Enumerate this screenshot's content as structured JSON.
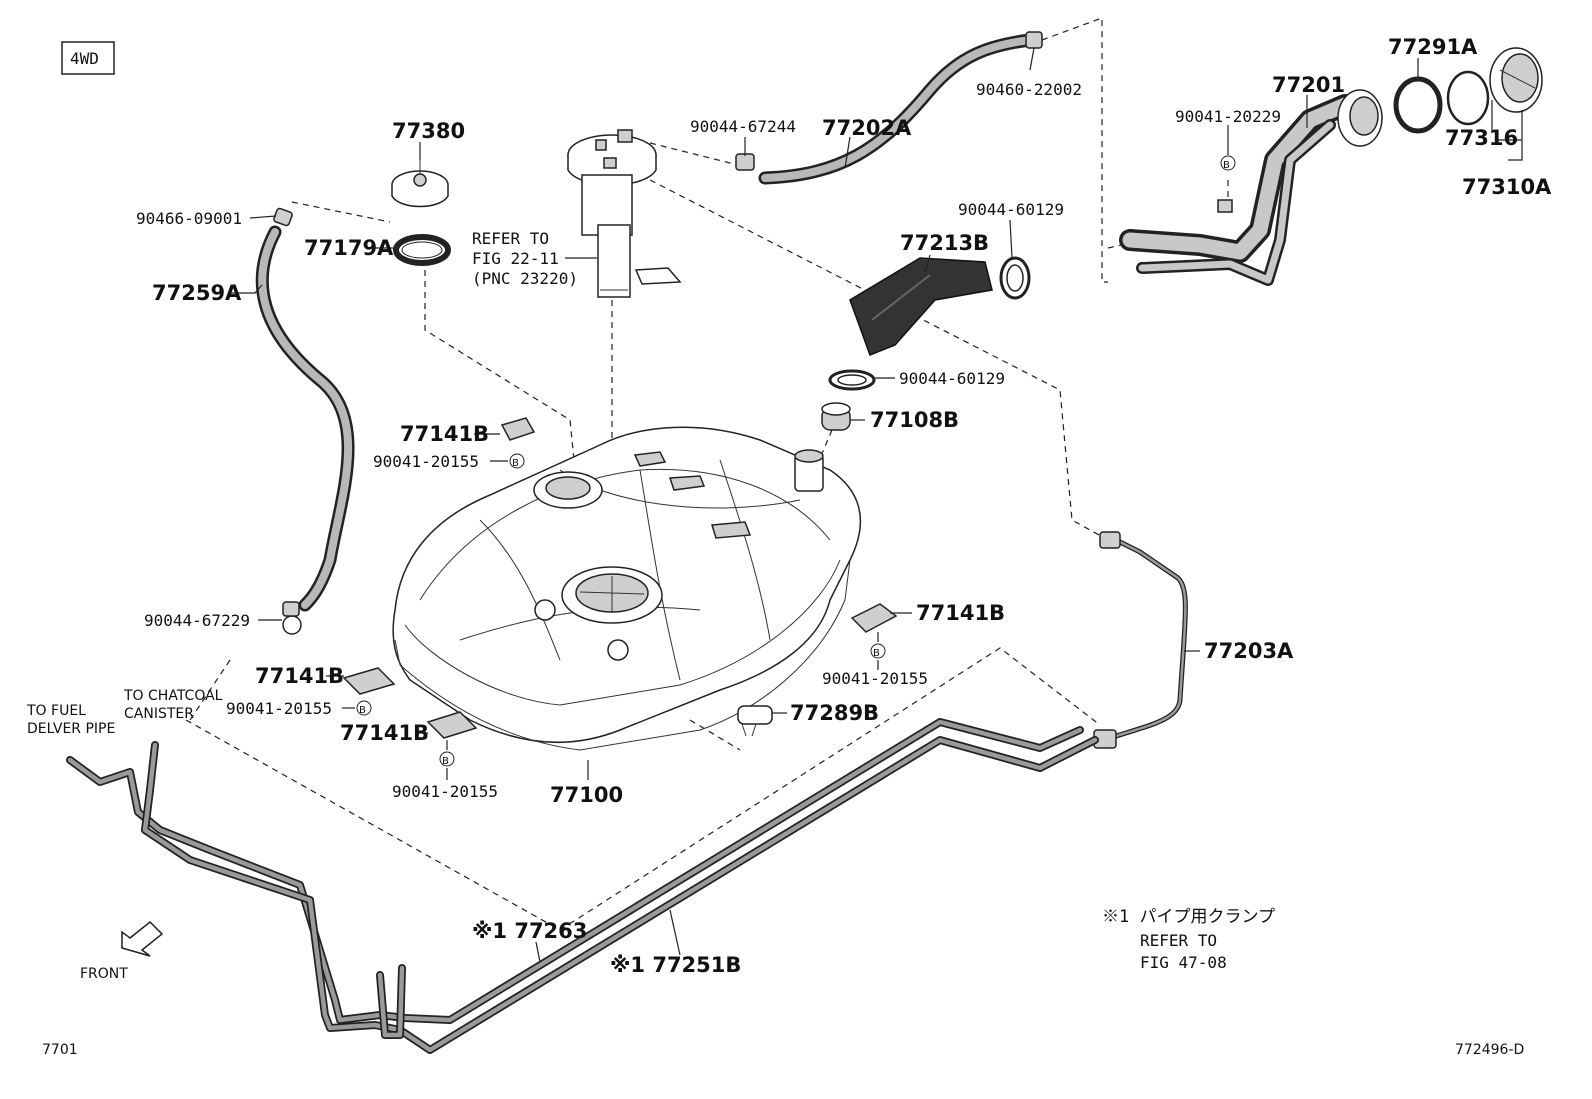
{
  "badge": "4WD",
  "labels": {
    "p77380": "77380",
    "p90466_09001": "90466-09001",
    "p77179A": "77179A",
    "p77259A": "77259A",
    "refer_fig_1": "REFER TO",
    "refer_fig_2": "FIG 22-11",
    "refer_fig_3": "(PNC 23220)",
    "p90044_67244": "90044-67244",
    "p77202A": "77202A",
    "p90460_22002": "90460-22002",
    "p77291A": "77291A",
    "p77201": "77201",
    "p90041_20229": "90041-20229",
    "p77316": "77316",
    "p77310A": "77310A",
    "p90044_60129_top": "90044-60129",
    "p77213B": "77213B",
    "p90044_60129_bot": "90044-60129",
    "p77108B": "77108B",
    "p77141B_top": "77141B",
    "p90041_20155_top": "90041-20155",
    "p77141B_right": "77141B",
    "p90041_20155_right": "90041-20155",
    "p77203A": "77203A",
    "p90044_67229": "90044-67229",
    "p77141B_left": "77141B",
    "p90041_20155_left": "90041-20155",
    "p77141B_lower": "77141B",
    "p90041_20155_lower": "90041-20155",
    "p77289B": "77289B",
    "p77100": "77100",
    "to_fuel_1": "TO FUEL",
    "to_fuel_2": "DELVER PIPE",
    "to_canister_1": "TO CHATCOAL",
    "to_canister_2": "CANISTER",
    "p77263": "※1 77263",
    "p77251B": "※1 77251B",
    "note_1": "※1 パイプ用クランプ",
    "note_2": "REFER TO",
    "note_3": "FIG 47-08",
    "front": "FRONT",
    "bolt_mark": "B",
    "corner_left": "7701",
    "corner_right": "772496-D"
  }
}
